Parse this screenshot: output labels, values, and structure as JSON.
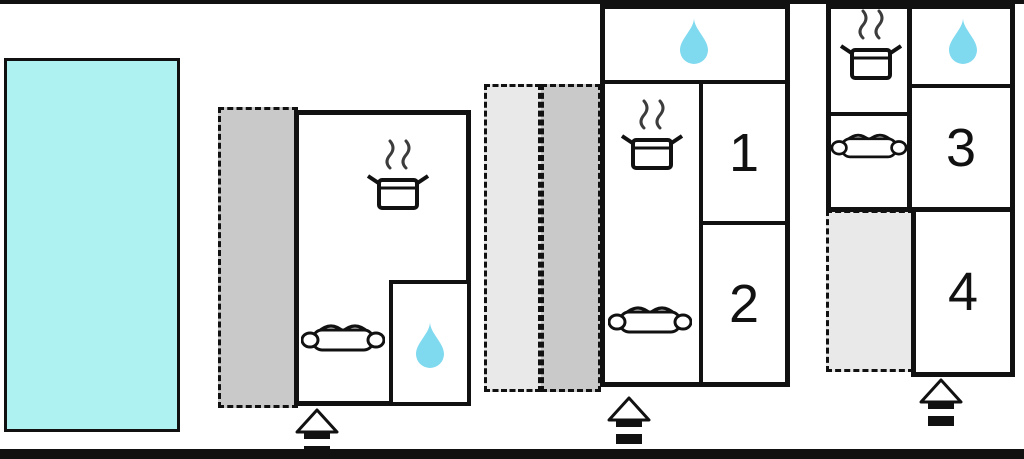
{
  "diagram": {
    "type": "floor-plan",
    "rooms": [
      {
        "id": 1,
        "label": "1"
      },
      {
        "id": 2,
        "label": "2"
      },
      {
        "id": 3,
        "label": "3"
      },
      {
        "id": 4,
        "label": "4"
      }
    ],
    "colors": {
      "pool": "#aff2f2",
      "drop": "#7fd9ef",
      "terrace_dark": "#c9c9c9",
      "terrace_light": "#e9e9e9",
      "wall": "#111111"
    },
    "icons": [
      {
        "name": "pool-area",
        "meaning": "swimming pool"
      },
      {
        "name": "stove-icon",
        "meaning": "kitchen / cooking pot with steam"
      },
      {
        "name": "sofa-icon",
        "meaning": "living room"
      },
      {
        "name": "water-drop-icon",
        "meaning": "bathroom / water"
      },
      {
        "name": "entrance-icon",
        "meaning": "entrance"
      }
    ]
  }
}
